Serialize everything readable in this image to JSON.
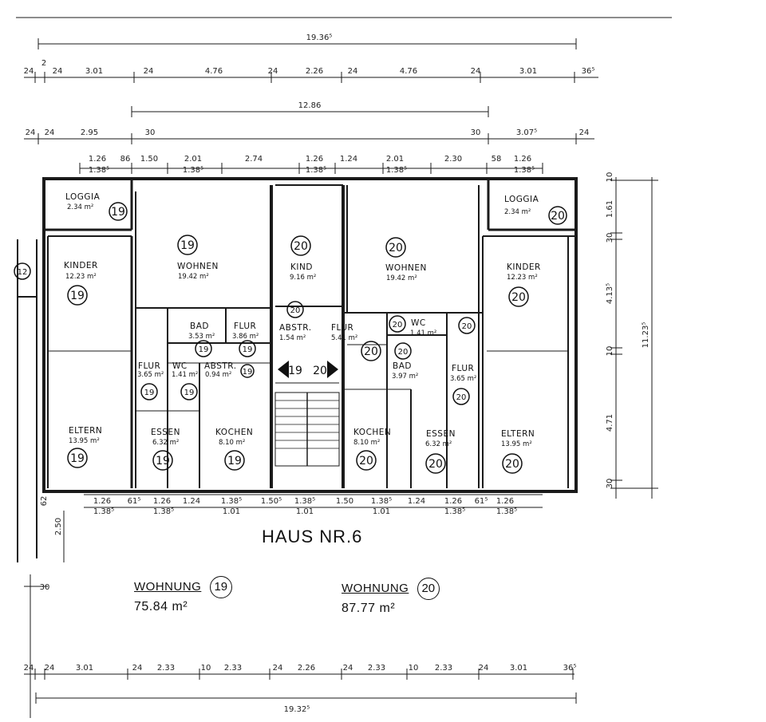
{
  "title": "HAUS NR.6",
  "units": [
    {
      "label": "WOHNUNG",
      "number": "19",
      "area": "75.84",
      "unit": "m²"
    },
    {
      "label": "WOHNUNG",
      "number": "20",
      "area": "87.77",
      "unit": "m²"
    }
  ],
  "dims_top": {
    "overall": "19.36⁵",
    "row1": [
      "24",
      "2",
      "24",
      "3.01",
      "24",
      "4.76",
      "24",
      "2.26",
      "24",
      "4.76",
      "24",
      "3.01",
      "36⁵"
    ],
    "mid": "12.86",
    "row2": [
      "24",
      "24",
      "2.95",
      "30",
      "30",
      "3.07⁵",
      "24"
    ],
    "openings": [
      "1.26",
      "1.38⁵",
      "86",
      "1.50",
      "2.01",
      "1.38⁵",
      "2.74",
      "1.26",
      "1.38⁵",
      "1.24",
      "2.01",
      "1.38⁵",
      "2.30",
      "58",
      "1.26",
      "1.38⁵"
    ]
  },
  "dims_right": {
    "overall": "11.23⁵",
    "parts": [
      "10",
      "1.61",
      "30",
      "4.13⁵",
      "10",
      "4.71",
      "30"
    ]
  },
  "dims_bottom": {
    "openings": [
      "1.26",
      "1.38⁵",
      "61⁵",
      "1.26",
      "1.38⁵",
      "1.24",
      "1.38⁵",
      "1.01",
      "1.50⁵",
      "1.38⁵",
      "1.01",
      "1.50",
      "1.38⁵",
      "1.01",
      "1.24",
      "1.26",
      "1.38⁵",
      "61⁵",
      "1.26",
      "1.38⁵"
    ],
    "left": [
      "62",
      "2.50"
    ],
    "row": [
      "24",
      "24",
      "3.01",
      "24",
      "2.33",
      "10",
      "2.33",
      "24",
      "2.26",
      "24",
      "2.33",
      "10",
      "2.33",
      "24",
      "3.01",
      "36⁵"
    ],
    "overall": "19.32⁵",
    "left_small": "30"
  },
  "rooms": [
    {
      "name": "LOGGIA",
      "area": "2.34 m²",
      "unit": "19"
    },
    {
      "name": "KINDER",
      "area": "12.23 m²",
      "unit": "19"
    },
    {
      "name": "WOHNEN",
      "area": "19.42 m²",
      "unit": "19"
    },
    {
      "name": "BAD",
      "area": "3.53 m²",
      "unit": "19"
    },
    {
      "name": "FLUR",
      "area": "3.86 m²",
      "unit": "19"
    },
    {
      "name": "FLUR",
      "area": "3.65 m²",
      "unit": "19"
    },
    {
      "name": "WC",
      "area": "1.41 m²",
      "unit": "19"
    },
    {
      "name": "ABSTR.",
      "area": "0.94 m²",
      "unit": "19"
    },
    {
      "name": "ELTERN",
      "area": "13.95 m²",
      "unit": "19"
    },
    {
      "name": "ESSEN",
      "area": "6.32 m²",
      "unit": "19"
    },
    {
      "name": "KOCHEN",
      "area": "8.10 m²",
      "unit": "19"
    },
    {
      "name": "KIND",
      "area": "9.16 m²",
      "unit": "20"
    },
    {
      "name": "WOHNEN",
      "area": "19.42 m²",
      "unit": "20"
    },
    {
      "name": "ABSTR.",
      "area": "1.54 m²",
      "unit": "20"
    },
    {
      "name": "FLUR",
      "area": "5.41 m²",
      "unit": "20"
    },
    {
      "name": "WC",
      "area": "1.41 m²",
      "unit": "20"
    },
    {
      "name": "BAD",
      "area": "3.97 m²",
      "unit": "20"
    },
    {
      "name": "FLUR",
      "area": "3.65 m²",
      "unit": "20"
    },
    {
      "name": "LOGGIA",
      "area": "2.34 m²",
      "unit": "20"
    },
    {
      "name": "KINDER",
      "area": "12.23 m²",
      "unit": "20"
    },
    {
      "name": "ELTERN",
      "area": "13.95 m²",
      "unit": "20"
    },
    {
      "name": "ESSEN",
      "area": "6.32 m²",
      "unit": "20"
    },
    {
      "name": "KOCHEN",
      "area": "8.10 m²",
      "unit": "20"
    }
  ],
  "stair": {
    "left": "19",
    "right": "20"
  },
  "neighbour": "12"
}
